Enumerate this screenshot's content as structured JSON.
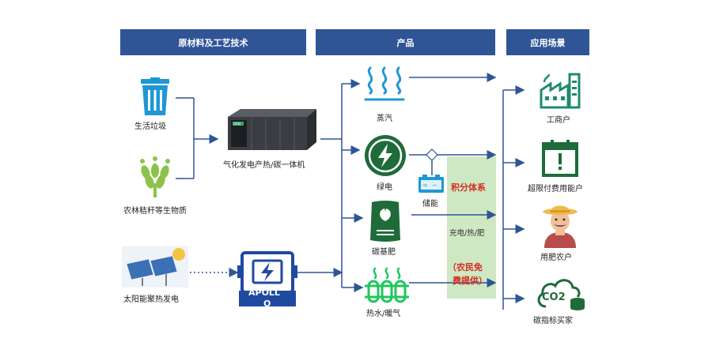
{
  "headers": {
    "tech": "原材料及工艺技术",
    "products": "产品",
    "scenarios": "应用场景"
  },
  "inputs": {
    "waste": "生活垃圾",
    "biomass": "农林秸秆等生物质",
    "solar": "太阳能聚热发电"
  },
  "machines": {
    "gasifier": "气化发电产热/碳一体机",
    "gasifier_screen": "GRN",
    "apollo_line1": "APOLL",
    "apollo_line2": "O"
  },
  "products": {
    "steam": "蒸汽",
    "green_power": "绿电",
    "storage": "储能",
    "carbon_fertilizer": "碳基肥",
    "hot_water": "热水/暖气"
  },
  "points_box": {
    "title": "积分体系",
    "exchange": "充电/热/肥",
    "free_line1": "（农民免",
    "free_line2": "费提供）"
  },
  "scenarios": {
    "industrial": "工商户",
    "ultra_pay": "超限付费用能户",
    "farmer": "用肥农户",
    "carbon_buyer": "碳指标买家",
    "co2_label": "CO2"
  },
  "colors": {
    "header_bg": "#2f5597",
    "line_blue": "#2f5597",
    "icon_green": "#2e7d32",
    "bright_green": "#22c55e",
    "teal": "#1f8a70",
    "box_green": "#cfe8c4",
    "red_text": "#d42a1e"
  }
}
